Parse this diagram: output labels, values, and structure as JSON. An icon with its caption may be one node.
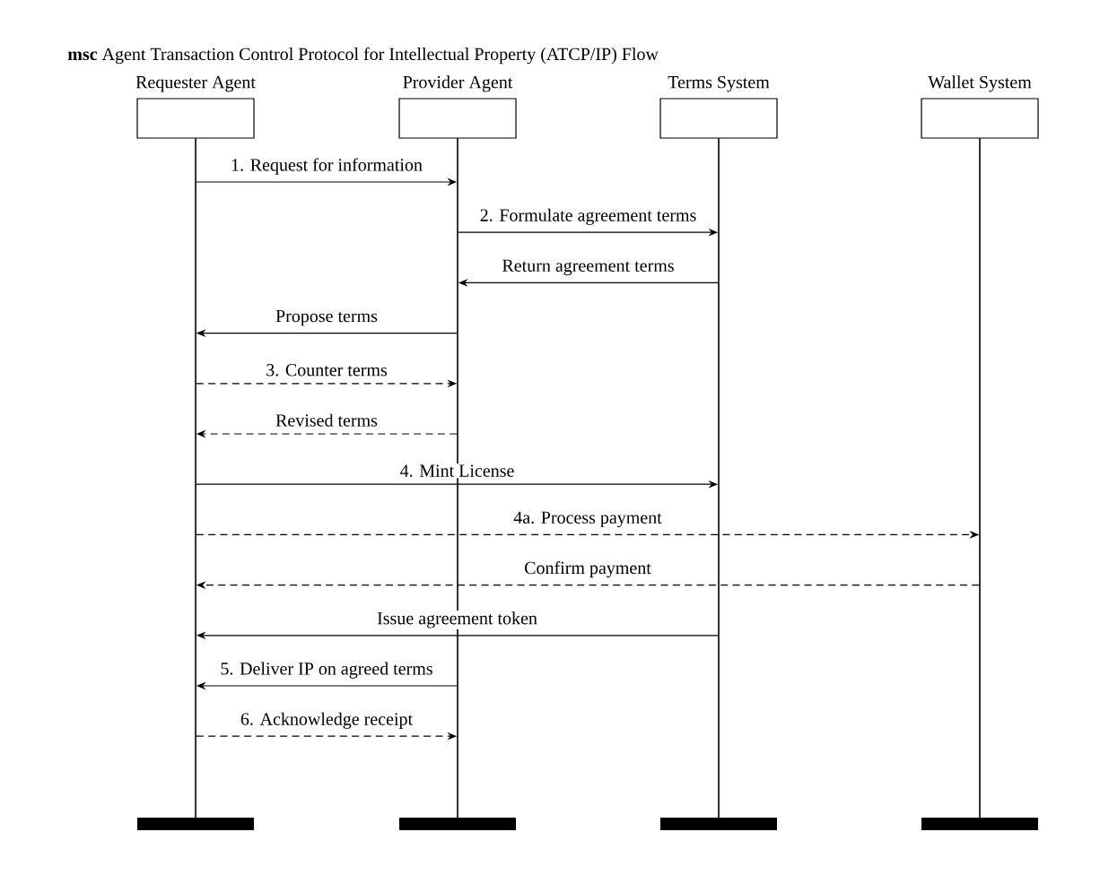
{
  "diagram": {
    "title": "**msc** Agent Transaction Control Protocol for Intellectual Property (ATCP/IP) Flow",
    "nodes": [
      {
        "text": [
          "Requester Agent"
        ]
      },
      {
        "text": [
          "Provider Agent"
        ]
      },
      {
        "text": [
          "Terms System"
        ]
      },
      {
        "text": [
          "Wallet System"
        ]
      },
      {
        "text": [],
        "shape": "line"
      },
      {
        "text": [],
        "shape": "line"
      },
      {
        "text": [],
        "shape": "line"
      },
      {
        "text": [],
        "shape": "line"
      },
      {
        "text": [],
        "shape": "bar"
      },
      {
        "text": [],
        "shape": "bar"
      },
      {
        "text": [],
        "shape": "bar"
      },
      {
        "text": [],
        "shape": "bar"
      }
    ],
    "edges": [
      {
        "from": 4,
        "to": 5,
        "arrow": "to",
        "label": "1. Request for information"
      },
      {
        "from": 5,
        "to": 6,
        "arrow": "to",
        "label": "2. Formulate agreement terms"
      },
      {
        "from": 6,
        "to": 5,
        "arrow": "to",
        "label": "Return agreement terms"
      },
      {
        "from": 5,
        "to": 4,
        "arrow": "to",
        "label": "Propose terms"
      },
      {
        "from": 4,
        "to": 5,
        "arrow": "to",
        "label": "3. Counter terms",
        "style": "dashed"
      },
      {
        "from": 5,
        "to": 4,
        "arrow": "to",
        "label": "Revised terms",
        "style": "dashed"
      },
      {
        "from": 4,
        "to": 6,
        "arrow": "to",
        "label": "4. Mint License"
      },
      {
        "from": 4,
        "to": 7,
        "arrow": "to",
        "label": "4a. Process payment",
        "style": "dashed"
      },
      {
        "from": 7,
        "to": 4,
        "arrow": "to",
        "label": "Confirm payment",
        "style": "dashed"
      },
      {
        "from": 6,
        "to": 4,
        "arrow": "to",
        "label": "Issue agreement token"
      },
      {
        "from": 5,
        "to": 4,
        "arrow": "to",
        "label": "5. Deliver IP on agreed terms"
      },
      {
        "from": 4,
        "to": 5,
        "arrow": "to",
        "label": "6. Acknowledge receipt",
        "style": "dashed"
      }
    ]
  }
}
